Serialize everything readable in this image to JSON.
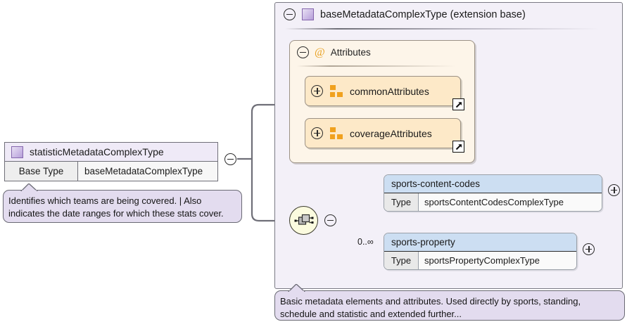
{
  "diagram": {
    "type": "xsd-schema-diagram",
    "colors": {
      "panel_background": "#f3f0f8",
      "panel_border": "#7a7a84",
      "attributes_background": "#fdf5e9",
      "attribute_row_background": "#fde9c8",
      "attribute_icon": "#f0a11e",
      "element_header": "#ccdef2",
      "annotation_background": "#e3dcef",
      "complextype_icon": "#b59fd8",
      "sequence_node": "#fbfbdf"
    }
  },
  "source_type": {
    "name": "statisticMetadataComplexType",
    "icon": "complextype-square-icon",
    "base_type_key": "Base Type",
    "base_type_value": "baseMetadataComplexType",
    "toggle": "minus-circle-icon",
    "annotation": "Identifies which teams are being covered. | Also indicates the date ranges for which these stats cover."
  },
  "base_panel": {
    "title": "baseMetadataComplexType (extension base)",
    "toggle": "minus-circle-icon",
    "icon": "complextype-square-icon",
    "annotation": "Basic metadata elements and attributes. Used directly by sports, standing, schedule and statistic and extended further..."
  },
  "attributes_group": {
    "label": "Attributes",
    "glyph": "@",
    "toggle": "minus-circle-icon",
    "items": [
      {
        "label": "commonAttributes",
        "toggle": "plus-circle-icon",
        "icon": "attribute-group-icon",
        "badge": "external-link-arrow-icon"
      },
      {
        "label": "coverageAttributes",
        "toggle": "plus-circle-icon",
        "icon": "attribute-group-icon",
        "badge": "external-link-arrow-icon"
      }
    ]
  },
  "sequence": {
    "icon": "sequence-node-icon",
    "toggle": "minus-circle-icon",
    "elements": [
      {
        "name": "sports-content-codes",
        "type_key": "Type",
        "type_value": "sportsContentCodesComplexType",
        "occurs": "",
        "toggle": "plus-circle-icon"
      },
      {
        "name": "sports-property",
        "type_key": "Type",
        "type_value": "sportsPropertyComplexType",
        "occurs": "0..∞",
        "toggle": "plus-circle-icon"
      }
    ]
  }
}
